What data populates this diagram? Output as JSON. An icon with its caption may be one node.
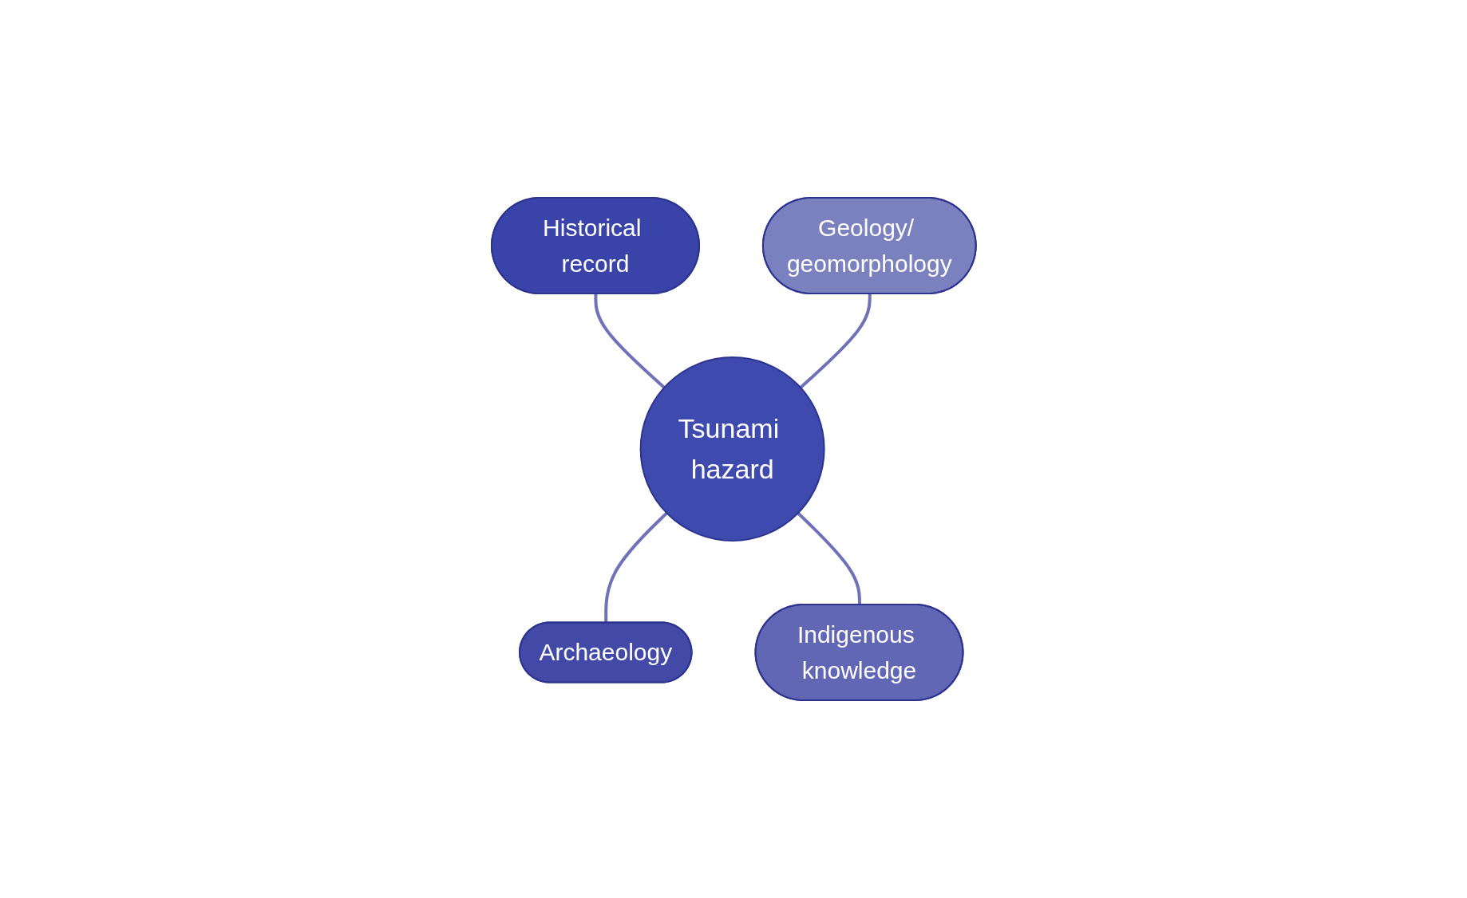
{
  "diagram": {
    "nodes": [
      {
        "text": [
          "Historical record"
        ]
      },
      {
        "text": [
          "Geology/ geomorphology"
        ]
      },
      {
        "text": [
          "Tsunami hazard"
        ]
      },
      {
        "text": [
          "Archaeology"
        ]
      },
      {
        "text": [
          "Indigenous knowledge"
        ]
      }
    ],
    "edges": [
      {
        "from": 0,
        "to": 2,
        "arrow": "none"
      },
      {
        "from": 1,
        "to": 2,
        "arrow": "none"
      },
      {
        "from": 2,
        "to": 3,
        "arrow": "none"
      },
      {
        "from": 2,
        "to": 4,
        "arrow": "none"
      }
    ]
  }
}
